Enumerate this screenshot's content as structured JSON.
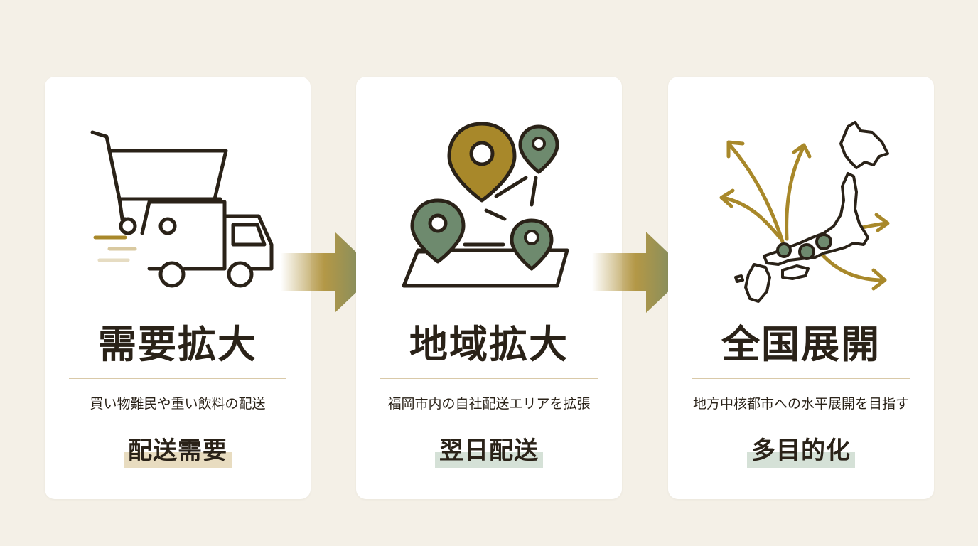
{
  "colors": {
    "background": "#f4f0e7",
    "card": "#ffffff",
    "ink": "#2a2218",
    "gold": "#a8882a",
    "green": "#6e8a6e",
    "divider": "#d9c9a8",
    "highlight_gold": "#e8dcc0",
    "highlight_green": "#d5e1d7"
  },
  "steps": [
    {
      "icon": "shopping-cart-delivery-truck-icon",
      "title": "需要拡大",
      "description": "買い物難民や重い飲料の配送",
      "tag": "配送需要",
      "tag_color": "gold"
    },
    {
      "icon": "map-location-pins-icon",
      "title": "地域拡大",
      "description": "福岡市内の自社配送エリアを拡張",
      "tag": "翌日配送",
      "tag_color": "green"
    },
    {
      "icon": "japan-map-expansion-arrows-icon",
      "title": "全国展開",
      "description": "地方中核都市への水平展開を目指す",
      "tag": "多目的化",
      "tag_color": "green"
    }
  ],
  "connectors": [
    {
      "icon": "right-arrow-icon"
    },
    {
      "icon": "right-arrow-icon"
    }
  ]
}
